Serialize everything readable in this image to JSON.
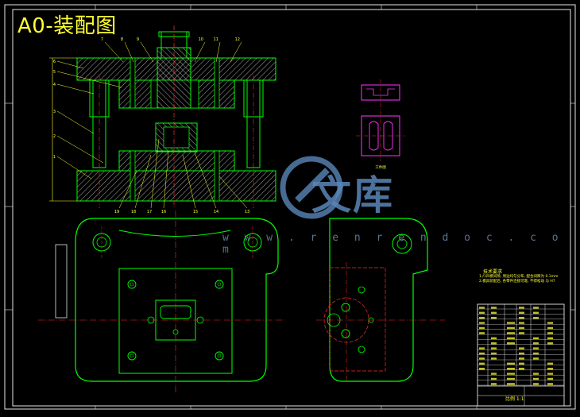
{
  "drawing": {
    "title": "A0-装配图",
    "watermark_text": "文库",
    "watermark_url": "w w w . r e n r e n d o c . c o m",
    "colors": {
      "background": "#000000",
      "frame": "#e6e6e6",
      "outline": "#00ff00",
      "hatch": "#e6e6e6",
      "centerline": "#ff2a2a",
      "leader": "#ffff33",
      "part": "#ff33ff",
      "watermark": "#5a86b9"
    },
    "balloons_top": [
      "1",
      "2",
      "3",
      "4",
      "5",
      "6",
      "7",
      "8",
      "9",
      "10",
      "11",
      "12"
    ],
    "balloons_bottom": [
      "19",
      "18",
      "17",
      "16",
      "15",
      "14",
      "13"
    ],
    "tech_requirements": {
      "title": "技术要求",
      "lines": [
        "1.凸凹模间隙, 周边均匀分布, 配合间隙为 0.1mm",
        "2.模具装配后, 各零件连接可靠, 不得松动 与 H7"
      ]
    },
    "scale_label": "比例 1:1",
    "part_label": "工件图"
  }
}
